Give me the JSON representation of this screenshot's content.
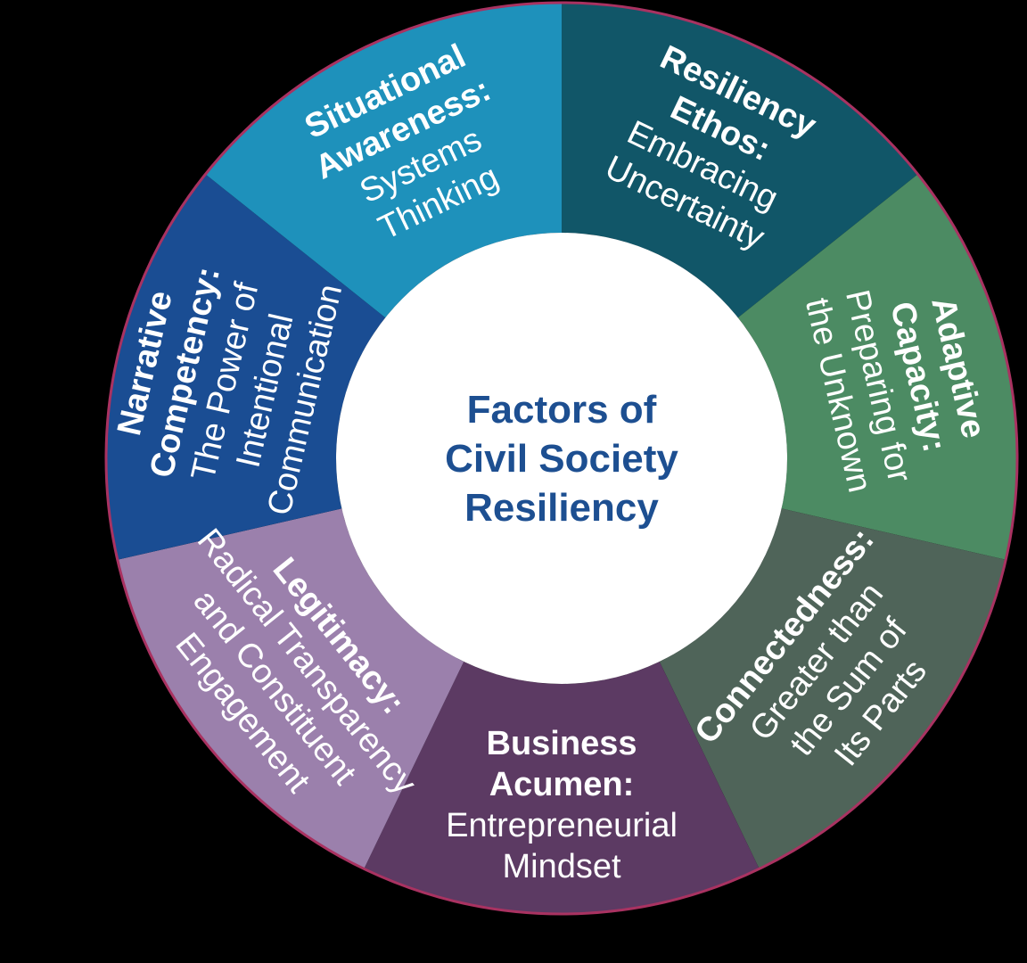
{
  "page": {
    "background_color": "#000000"
  },
  "chart_data": {
    "type": "pie",
    "variant": "donut-wheel-infographic",
    "title": "Factors of Civil Society Resiliency",
    "center_label_lines": [
      "Factors of",
      "Civil Society",
      "Resiliency"
    ],
    "center_text_color": "#1D4F91",
    "center_fill_color": "#FFFFFF",
    "outer_ring_stroke_color": "#A93261",
    "segment_text_color": "#FFFFFF",
    "legend_position": "none",
    "grid": false,
    "start_angle_deg": -90,
    "slice_count": 7,
    "equal_slices": true,
    "slice_value_each": 1,
    "segments": [
      {
        "name": "Resiliency Ethos",
        "title_lines": [
          "Resiliency",
          "Ethos:"
        ],
        "subtitle_lines": [
          "Embracing",
          "Uncertainty"
        ],
        "color": "#115668"
      },
      {
        "name": "Adaptive Capacity",
        "title_lines": [
          "Adaptive",
          "Capacity:"
        ],
        "subtitle_lines": [
          "Preparing for",
          "the Unknown"
        ],
        "color": "#4C8B63"
      },
      {
        "name": "Connectedness",
        "title_lines": [
          "Connectedness:"
        ],
        "subtitle_lines": [
          "Greater than",
          "the Sum of",
          "Its Parts"
        ],
        "color": "#4F6459"
      },
      {
        "name": "Business Acumen",
        "title_lines": [
          "Business",
          "Acumen:"
        ],
        "subtitle_lines": [
          "Entrepreneurial",
          "Mindset"
        ],
        "color": "#5C3A63"
      },
      {
        "name": "Legitimacy",
        "title_lines": [
          "Legitimacy:"
        ],
        "subtitle_lines": [
          "Radical Transparency",
          "and Constituent",
          "Engagement"
        ],
        "color": "#9B80AC"
      },
      {
        "name": "Narrative Competency",
        "title_lines": [
          "Narrative",
          "Competency:"
        ],
        "subtitle_lines": [
          "The Power of",
          "Intentional",
          "Communication"
        ],
        "color": "#1A4D93"
      },
      {
        "name": "Situational Awareness",
        "title_lines": [
          "Situational",
          "Awareness:"
        ],
        "subtitle_lines": [
          "Systems",
          "Thinking"
        ],
        "color": "#1E91BB"
      }
    ]
  }
}
